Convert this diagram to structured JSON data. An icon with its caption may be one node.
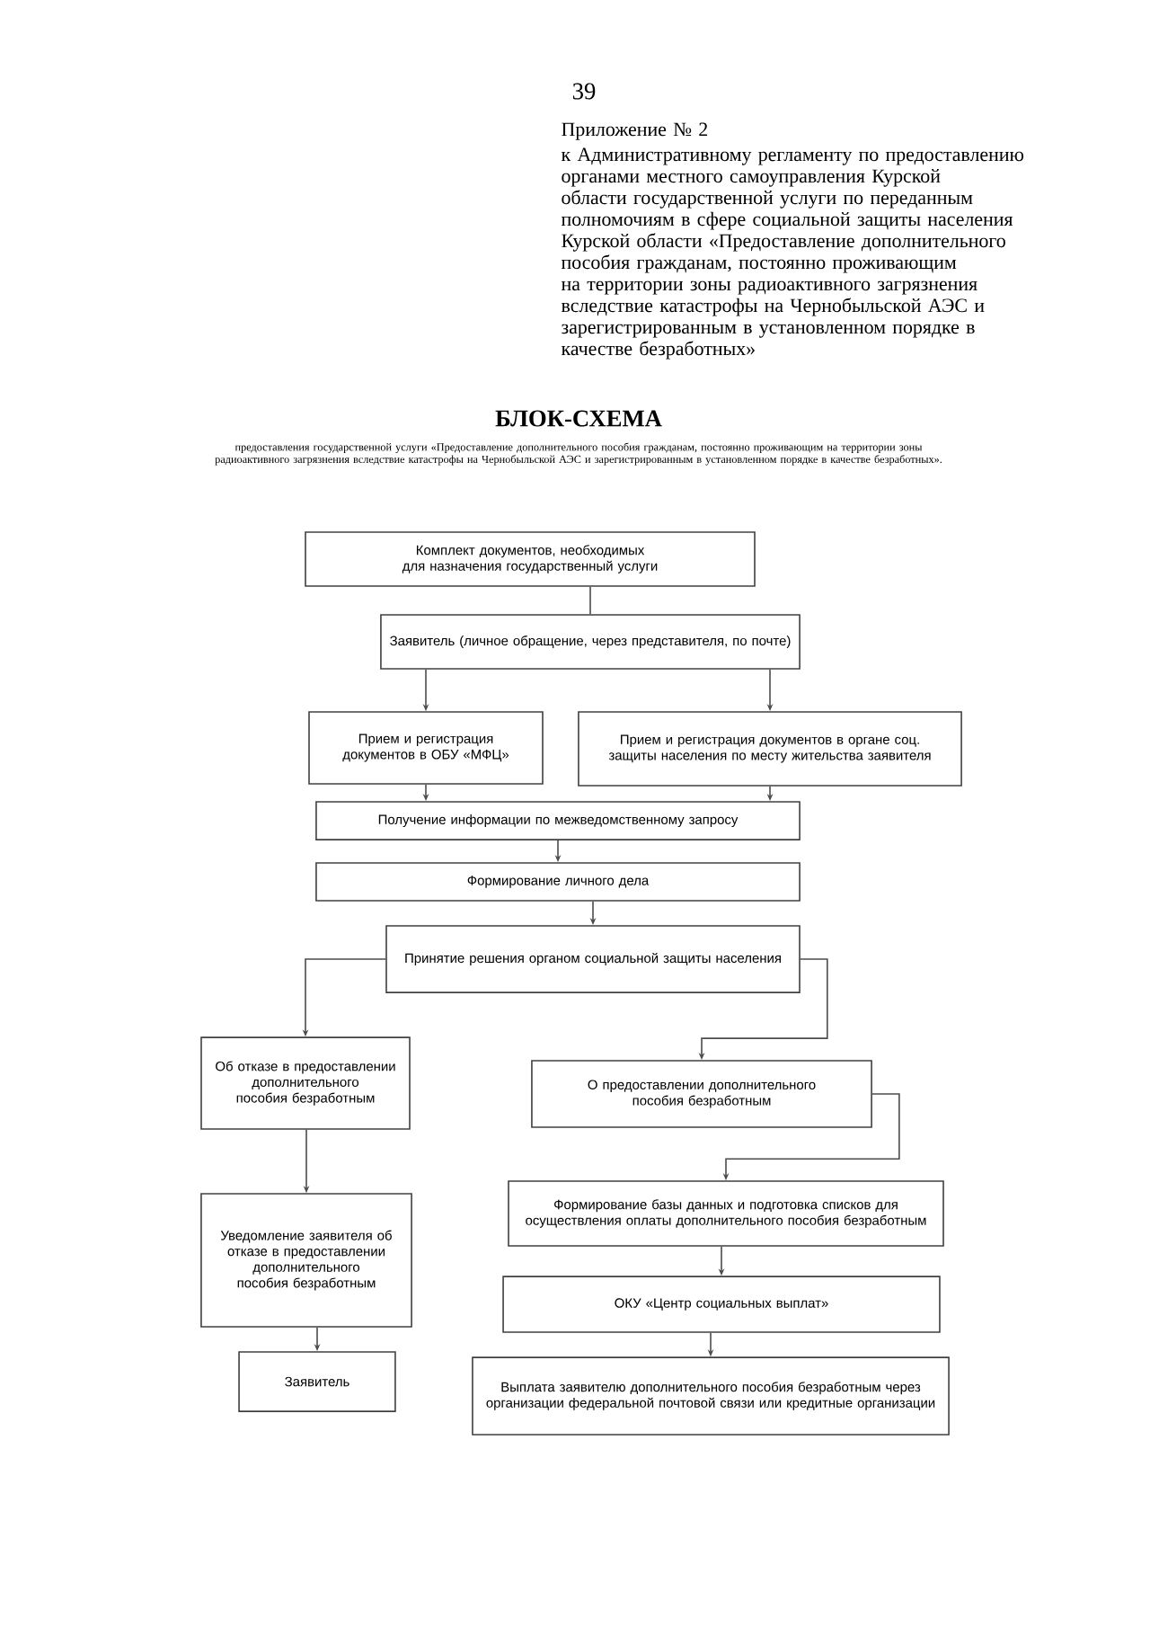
{
  "diagram": {
    "title": "БЛОК-СХЕМА",
    "nodes": [
      {
        "text": [
          "Комплект документов, необходимых для назначения государственный услуги"
        ]
      },
      {
        "text": [
          "Заявитель (личное обращение, через представителя, по почте)"
        ]
      },
      {
        "text": [
          "Прием и регистрация документов в ОБУ «МФЦ»"
        ]
      },
      {
        "text": [
          "Прием и регистрация документов в органе соц. защиты населения по месту жительства заявителя"
        ]
      },
      {
        "text": [
          "Получение информации по межведомственному запросу"
        ]
      },
      {
        "text": [
          "Формирование личного дела"
        ]
      },
      {
        "text": [
          "Принятие решения органом социальной защиты населения"
        ]
      },
      {
        "text": [
          "Об отказе в предоставлении дополнительного пособия безработным"
        ]
      },
      {
        "text": [
          "О предоставлении дополнительного пособия безработным"
        ]
      },
      {
        "text": [
          "Уведомление заявителя об отказе в предоставлении дополнительного пособия безработным"
        ]
      },
      {
        "text": [
          "Формирование базы данных и подготовка списков для осуществления оплаты дополнительного пособия безработным"
        ]
      },
      {
        "text": [
          "ОКУ «Центр социальных выплат»"
        ]
      },
      {
        "text": [
          "Выплата заявителю дополнительного пособия безработным через организации федеральной почтовой связи или кредитные организации"
        ]
      },
      {
        "text": [
          "Заявитель"
        ]
      }
    ],
    "edges": [
      {
        "from": 0,
        "to": 1,
        "arrow": "none"
      },
      {
        "from": 1,
        "to": 2,
        "arrow": "to"
      },
      {
        "from": 1,
        "to": 3,
        "arrow": "to"
      },
      {
        "from": 2,
        "to": 4,
        "arrow": "to"
      },
      {
        "from": 3,
        "to": 4,
        "arrow": "to"
      },
      {
        "from": 4,
        "to": 5,
        "arrow": "to"
      },
      {
        "from": 5,
        "to": 6,
        "arrow": "to"
      },
      {
        "from": 6,
        "to": 7,
        "arrow": "to"
      },
      {
        "from": 6,
        "to": 8,
        "arrow": "to"
      },
      {
        "from": 7,
        "to": 9,
        "arrow": "to"
      },
      {
        "from": 8,
        "to": 10,
        "arrow": "to"
      },
      {
        "from": 10,
        "to": 11,
        "arrow": "to"
      },
      {
        "from": 11,
        "to": 12,
        "arrow": "to"
      },
      {
        "from": 9,
        "to": 13,
        "arrow": "to"
      }
    ],
    "labels": [
      "39",
      "Приложение № 2",
      "к Административному регламенту по предоставлению органами местного самоуправления Курской области государственной услуги по переданным полномочиям в сфере социальной защиты населения Курской области «Предоставление дополнительного пособия гражданам, постоянно проживающим на территории зоны радиоактивного загрязнения вследствие катастрофы на Чернобыльской АЭС и зарегистрированным в установленном порядке в качестве безработных»",
      "предоставления государственной услуги «Предоставление дополнительного пособия гражданам, постоянно проживающим на территории зоны радиоактивного загрязнения вследствие катастрофы на Чернобыльской АЭС и зарегистрированным в установленном порядке в качестве безработных»."
    ]
  }
}
